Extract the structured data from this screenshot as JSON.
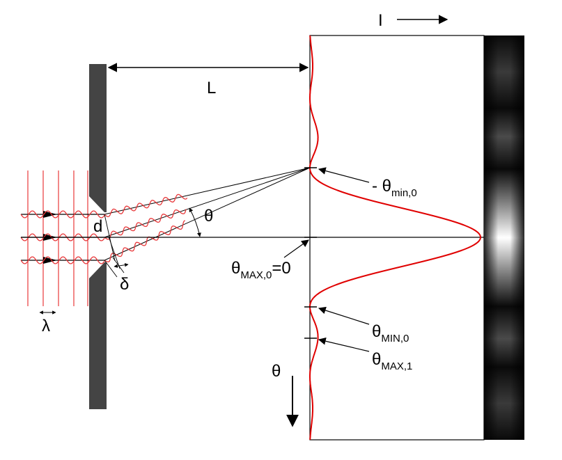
{
  "labels": {
    "L": "L",
    "intensity": "I",
    "theta_angle": "θ",
    "theta_axis": "θ",
    "d": "d",
    "delta": "δ",
    "lambda": "λ",
    "neg_theta_min_prefix": "- θ",
    "neg_theta_min_sub": "min,0",
    "theta_max0_prefix": "θ",
    "theta_max0_sub": "MAX,0",
    "theta_max0_suffix": "=0",
    "theta_min0_prefix": "θ",
    "theta_min0_sub": "MIN,0",
    "theta_max1_prefix": "θ",
    "theta_max1_sub": "MAX,1"
  },
  "colors": {
    "wave": "#e8383a",
    "intensity_curve": "#e00000",
    "barrier": "#444444",
    "ink": "#000000",
    "fringe_dark": "#0a0a0a",
    "fringe_bright": "#ffffff"
  }
}
